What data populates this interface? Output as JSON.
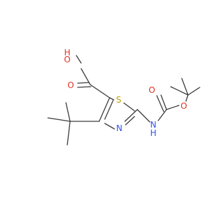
{
  "molecule": {
    "atoms": {
      "o_hydroxyl": "O",
      "h_hydroxyl": "H",
      "o_acid_carbonyl": "O",
      "s_ring": "S",
      "n_ring": "N",
      "n_amide": "N",
      "h_amide": "H",
      "o_carbamate_carbonyl": "O",
      "o_carbamate_ether": "O"
    },
    "colors": {
      "bond": "#3a3a3a",
      "oxygen": "#e03020",
      "sulfur": "#b8a000",
      "nitrogen": "#3050f0"
    }
  }
}
